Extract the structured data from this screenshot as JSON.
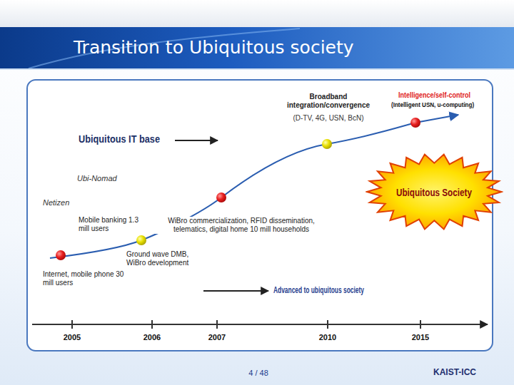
{
  "diagram": {
    "title": "Transition to Ubiquitous society",
    "nodes": [
      {
        "text": [
          "Ubiquitous Society"
        ]
      }
    ],
    "labels": [
      "Ubiquitous IT base",
      "Ubi-Nomad",
      "Netizen",
      "Mobile banking 1.3 mill users",
      "Internet, mobile phone 30 mill users",
      "Ground wave DMB, WiBro development",
      "WiBro commercialization, RFID dissemination, telematics, digital home 10 mill households",
      "Broadband integration/convergence",
      "(D-TV, 4G, USN, BcN)",
      "Intelligence/self-control",
      "(Intelligent USN, u-computing)",
      "Advanced to ubiquitous society",
      "2005",
      "2006",
      "2007",
      "2010",
      "2015",
      "4 / 48",
      "KAIST-ICC"
    ]
  }
}
